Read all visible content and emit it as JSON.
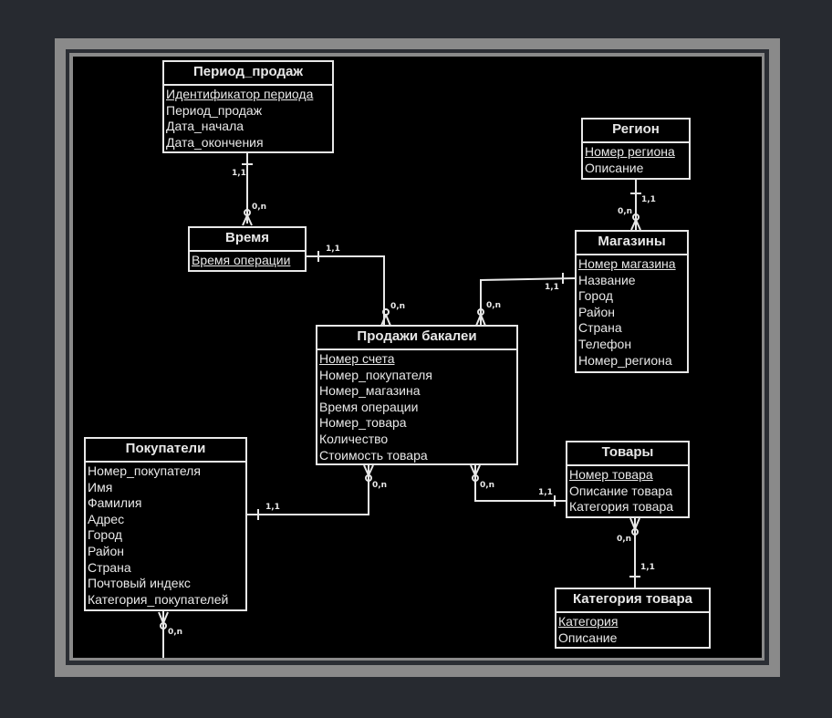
{
  "diagram": {
    "type": "ER diagram",
    "entities": {
      "period": {
        "title": "Период_продаж",
        "attributes": [
          "Идентификатор периода",
          "Период_продаж",
          "Дата_начала",
          "Дата_окончения"
        ],
        "pk": 0
      },
      "time": {
        "title": "Время",
        "attributes": [
          "Время операции"
        ],
        "pk": 0
      },
      "region": {
        "title": "Регион",
        "attributes": [
          "Номер региона",
          "Описание"
        ],
        "pk": 0
      },
      "stores": {
        "title": "Магазины",
        "attributes": [
          "Номер магазина",
          "Название",
          "Город",
          "Район",
          "Страна",
          "Телефон",
          "Номер_региона"
        ],
        "pk": 0
      },
      "sales": {
        "title": "Продажи бакалеи",
        "attributes": [
          "Номер счета",
          "Номер_покупателя",
          "Номер_магазина",
          "Время операции",
          "Номер_товара",
          "Количество",
          "Стоимость товара"
        ],
        "pk": 0
      },
      "customers": {
        "title": "Покупатели",
        "attributes": [
          "Номер_покупателя",
          "Имя",
          "Фамилия",
          "Адрес",
          "Город",
          "Район",
          "Страна",
          "Почтовый индекс",
          "Категория_покупателей"
        ],
        "pk": null
      },
      "products": {
        "title": "Товары",
        "attributes": [
          "Номер товара",
          "Описание товара",
          "Категория товара"
        ],
        "pk": 0
      },
      "category": {
        "title": "Категория товара",
        "attributes": [
          "Категория",
          "Описание"
        ],
        "pk": 0
      }
    },
    "relationships": [
      {
        "from": "period",
        "to": "time",
        "from_card": "1,1",
        "to_card": "0,n"
      },
      {
        "from": "time",
        "to": "sales",
        "from_card": "1,1",
        "to_card": "0,n"
      },
      {
        "from": "region",
        "to": "stores",
        "from_card": "1,1",
        "to_card": "0,n"
      },
      {
        "from": "stores",
        "to": "sales",
        "from_card": "1,1",
        "to_card": "0,n"
      },
      {
        "from": "customers",
        "to": "sales",
        "from_card": "1,1",
        "to_card": "0,n"
      },
      {
        "from": "products",
        "to": "sales",
        "from_card": "1,1",
        "to_card": "0,n"
      },
      {
        "from": "category",
        "to": "products",
        "from_card": "1,1",
        "to_card": "0,n"
      },
      {
        "from": "customers",
        "to": "(off-canvas)",
        "from_card": "0,n",
        "to_card": ""
      }
    ],
    "colors": {
      "background": "#000000",
      "line": "#e8e8e8",
      "frame": "#8a8a8a",
      "page": "#272a30"
    }
  }
}
